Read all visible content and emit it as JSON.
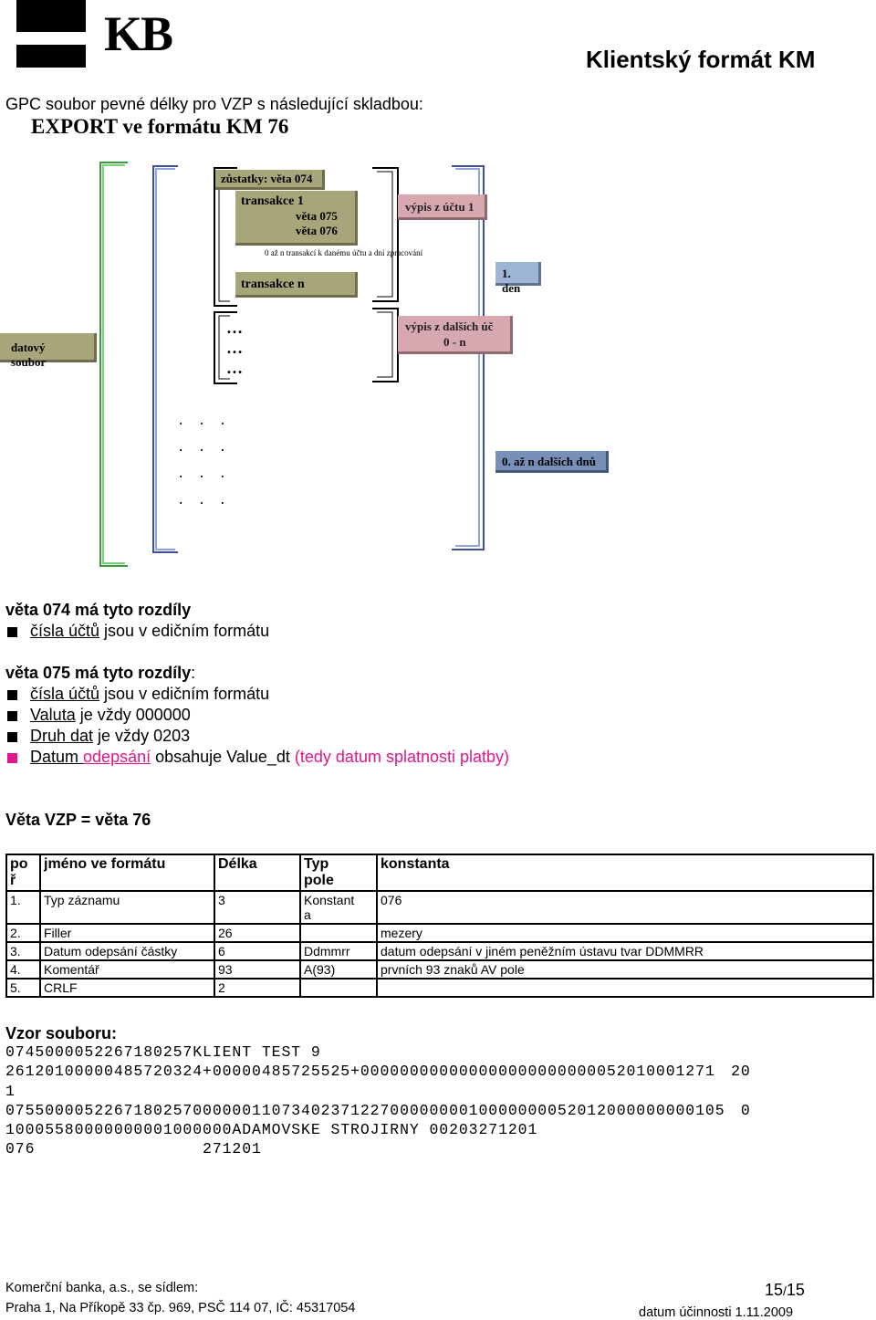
{
  "header": {
    "logo_text": "KB",
    "doc_title": "Klientský formát KM"
  },
  "intro": {
    "line": "GPC soubor pevné délky pro VZP s následující skladbou:",
    "subtitle": "EXPORT ve formátu KM 76"
  },
  "diagram": {
    "zustatky": "zůstatky: věta 074",
    "transakce1": "transakce 1",
    "veta075": "věta 075",
    "veta076": "věta 076",
    "transakce_note": "0 až n transakcí  k danému účtu a dni zpracování",
    "transakce_n": "transakce n",
    "vypis_uctu": "výpis z účtu 1",
    "den1": "1. den",
    "datovy_soubor": "datový soubor",
    "dots_large": "…",
    "vypis_dalsich_1": "výpis z dalších úč",
    "vypis_dalsich_2": "0 - n",
    "dots_small": ". . .",
    "dalsich_dnu": "0. až n dalších dnů"
  },
  "notes": {
    "h074": "věta 074 má tyto rozdíly",
    "b074_1_u": "čísla účtů",
    "b074_1_rest": " jsou v edičním formátu",
    "h075": "věta 075 má tyto rozdíly",
    "h075_colon": ":",
    "b075_1_u": "čísla účtů",
    "b075_1_rest": " jsou v edičním formátu",
    "b075_2_u": "Valuta",
    "b075_2_rest": " je vždy 000000",
    "b075_3_u": "Druh dat",
    "b075_3_rest": " je vždy 0203",
    "b075_4_u1": "Datum ",
    "b075_4_u2": "odepsání",
    "b075_4_rest1": " obsahuje Value_dt ",
    "b075_4_rest2": "(tedy datum splatnosti platby)"
  },
  "vzp": {
    "heading": "Věta VZP = věta 76",
    "columns": [
      "po ř",
      "jméno ve formátu",
      "Délka",
      "Typ pole",
      "konstanta"
    ],
    "rows": [
      [
        "1.",
        "Typ záznamu",
        "3",
        "Konstant a",
        "076"
      ],
      [
        "2.",
        "Filler",
        "26",
        "",
        "mezery"
      ],
      [
        "3.",
        "Datum odepsání částky",
        "6",
        "Ddmmrr",
        "datum odepsání v jiném peněžním ústavu tvar DDMMRR"
      ],
      [
        "4.",
        "Komentář",
        "93",
        "A(93)",
        "prvních 93 znaků AV pole"
      ],
      [
        "5.",
        "CRLF",
        "2",
        "",
        ""
      ]
    ]
  },
  "sample": {
    "heading": "Vzor souboru:",
    "lines": [
      "0745000052267180257KLIENT TEST 9",
      "26120100000485720324+00000485725525+000000000000000000000000052010001271 20",
      "1",
      "0755000052267180257000000110734023712270000000010000000052012000000000105 0",
      "10005580000000001000000ADAMOVSKE STROJIRNY 00203271201",
      "076                 271201"
    ]
  },
  "footer": {
    "company": "Komerční banka, a.s., se sídlem:",
    "address": "Praha 1, Na Příkopě 33 čp. 969, PSČ 114 07, IČ: 45317054",
    "page_current": "15",
    "page_sep": "/",
    "page_total": "15",
    "effective": "datum účinnosti 1.11.2009"
  }
}
